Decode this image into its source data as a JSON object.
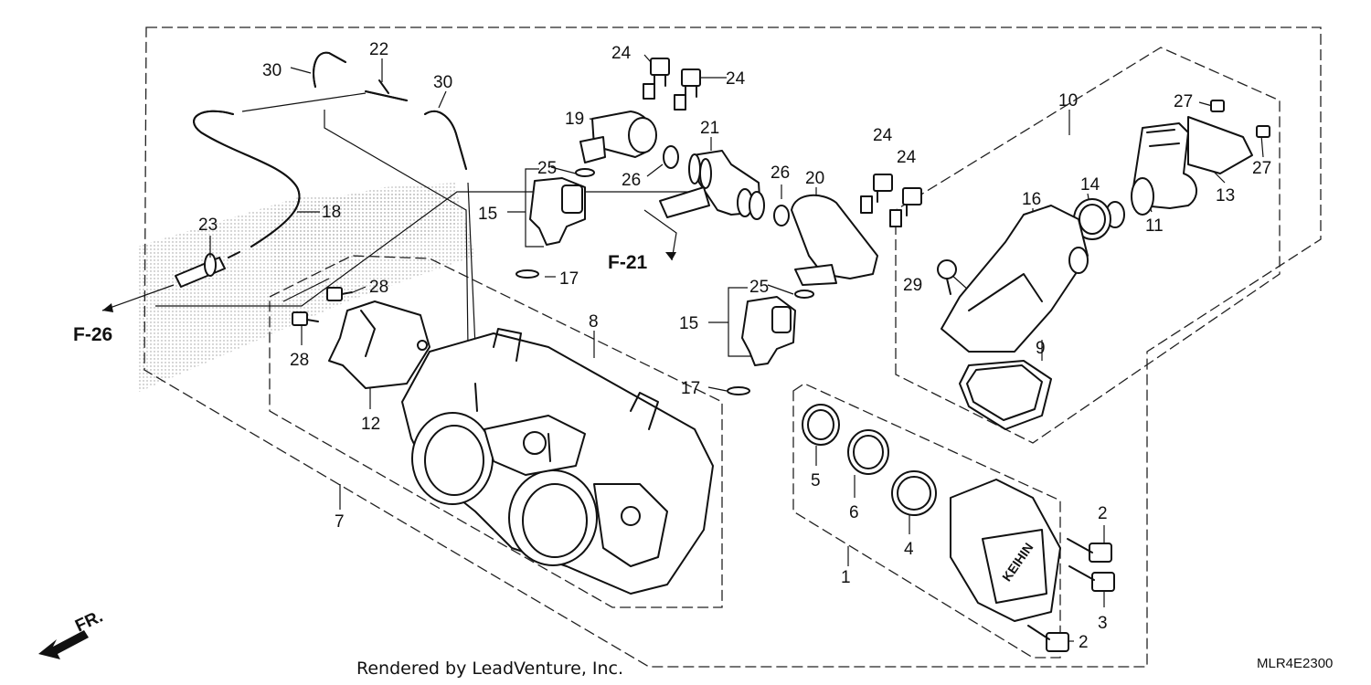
{
  "diagram": {
    "callouts": [
      {
        "id": "c1",
        "label": "1"
      },
      {
        "id": "c2a",
        "label": "2"
      },
      {
        "id": "c2b",
        "label": "2"
      },
      {
        "id": "c3",
        "label": "3"
      },
      {
        "id": "c4",
        "label": "4"
      },
      {
        "id": "c5",
        "label": "5"
      },
      {
        "id": "c6",
        "label": "6"
      },
      {
        "id": "c7",
        "label": "7"
      },
      {
        "id": "c8",
        "label": "8"
      },
      {
        "id": "c9",
        "label": "9"
      },
      {
        "id": "c10",
        "label": "10"
      },
      {
        "id": "c11",
        "label": "11"
      },
      {
        "id": "c12",
        "label": "12"
      },
      {
        "id": "c13",
        "label": "13"
      },
      {
        "id": "c14",
        "label": "14"
      },
      {
        "id": "c15a",
        "label": "15"
      },
      {
        "id": "c15b",
        "label": "15"
      },
      {
        "id": "c16",
        "label": "16"
      },
      {
        "id": "c17a",
        "label": "17"
      },
      {
        "id": "c17b",
        "label": "17"
      },
      {
        "id": "c18",
        "label": "18"
      },
      {
        "id": "c19",
        "label": "19"
      },
      {
        "id": "c20",
        "label": "20"
      },
      {
        "id": "c21",
        "label": "21"
      },
      {
        "id": "c22",
        "label": "22"
      },
      {
        "id": "c23",
        "label": "23"
      },
      {
        "id": "c24a",
        "label": "24"
      },
      {
        "id": "c24b",
        "label": "24"
      },
      {
        "id": "c24c",
        "label": "24"
      },
      {
        "id": "c24d",
        "label": "24"
      },
      {
        "id": "c25a",
        "label": "25"
      },
      {
        "id": "c25b",
        "label": "25"
      },
      {
        "id": "c26a",
        "label": "26"
      },
      {
        "id": "c26b",
        "label": "26"
      },
      {
        "id": "c27a",
        "label": "27"
      },
      {
        "id": "c27b",
        "label": "27"
      },
      {
        "id": "c28a",
        "label": "28"
      },
      {
        "id": "c28b",
        "label": "28"
      },
      {
        "id": "c29",
        "label": "29"
      },
      {
        "id": "c30a",
        "label": "30"
      },
      {
        "id": "c30b",
        "label": "30"
      }
    ],
    "references": {
      "f26": "F-26",
      "f21": "F-21"
    },
    "front_marker": "FR.",
    "footer": "Rendered by LeadVenture, Inc.",
    "diagram_code": "MLR4E2300"
  }
}
